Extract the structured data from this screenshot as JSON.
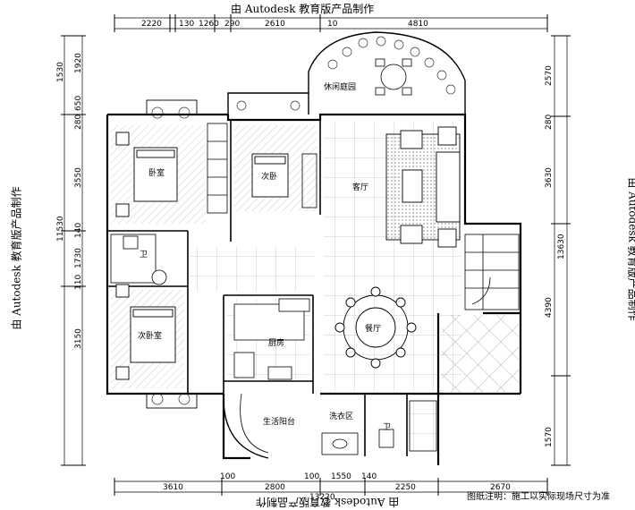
{
  "watermark": {
    "top": "由 Autodesk 教育版产品制作",
    "bottom": "由 Autodesk 教育版产品制作",
    "left": "由 Autodesk 教育版产品制作",
    "right": "由 Autodesk 教育版产品制作"
  },
  "dims": {
    "top": [
      "2220",
      "130",
      "1260",
      "290",
      "2610",
      "10",
      "4810"
    ],
    "bottom_outer": [
      "3610",
      "2800",
      "2250",
      "2670"
    ],
    "bottom_inner": [
      "100",
      "100",
      "1550",
      "140"
    ],
    "bottom_total": "13220",
    "left_outer": [
      "1530",
      "11530"
    ],
    "left_inner": [
      "650",
      "280",
      "3550",
      "140",
      "1730",
      "110",
      "3150"
    ],
    "left_top": "1920",
    "right_outer": [
      "2570",
      "280",
      "3630",
      "4390",
      "1570"
    ],
    "right_total": "13630"
  },
  "rooms": {
    "bedroom1": "卧室",
    "bedroom2": "次卧",
    "bedroom3": "次卧室",
    "living": "客厅",
    "dining": "餐厅",
    "kitchen": "厨房",
    "leisure_garden": "休闲庭园",
    "laundry": "洗衣区",
    "living_balcony": "生活阳台",
    "bath1": "卫",
    "bath2": "卫"
  },
  "note": "图纸注明：施工以实际现场尺寸为准"
}
